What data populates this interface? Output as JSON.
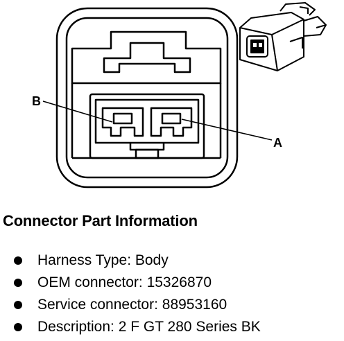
{
  "diagram": {
    "pin_labels": {
      "a": "A",
      "b": "B"
    }
  },
  "info": {
    "title": "Connector Part Information",
    "items": [
      {
        "key": "Harness Type",
        "value": "Body"
      },
      {
        "key": "OEM connector",
        "value": "15326870"
      },
      {
        "key": "Service connector",
        "value": "88953160"
      },
      {
        "key": "Description",
        "value": "2 F GT 280 Series BK"
      }
    ]
  }
}
